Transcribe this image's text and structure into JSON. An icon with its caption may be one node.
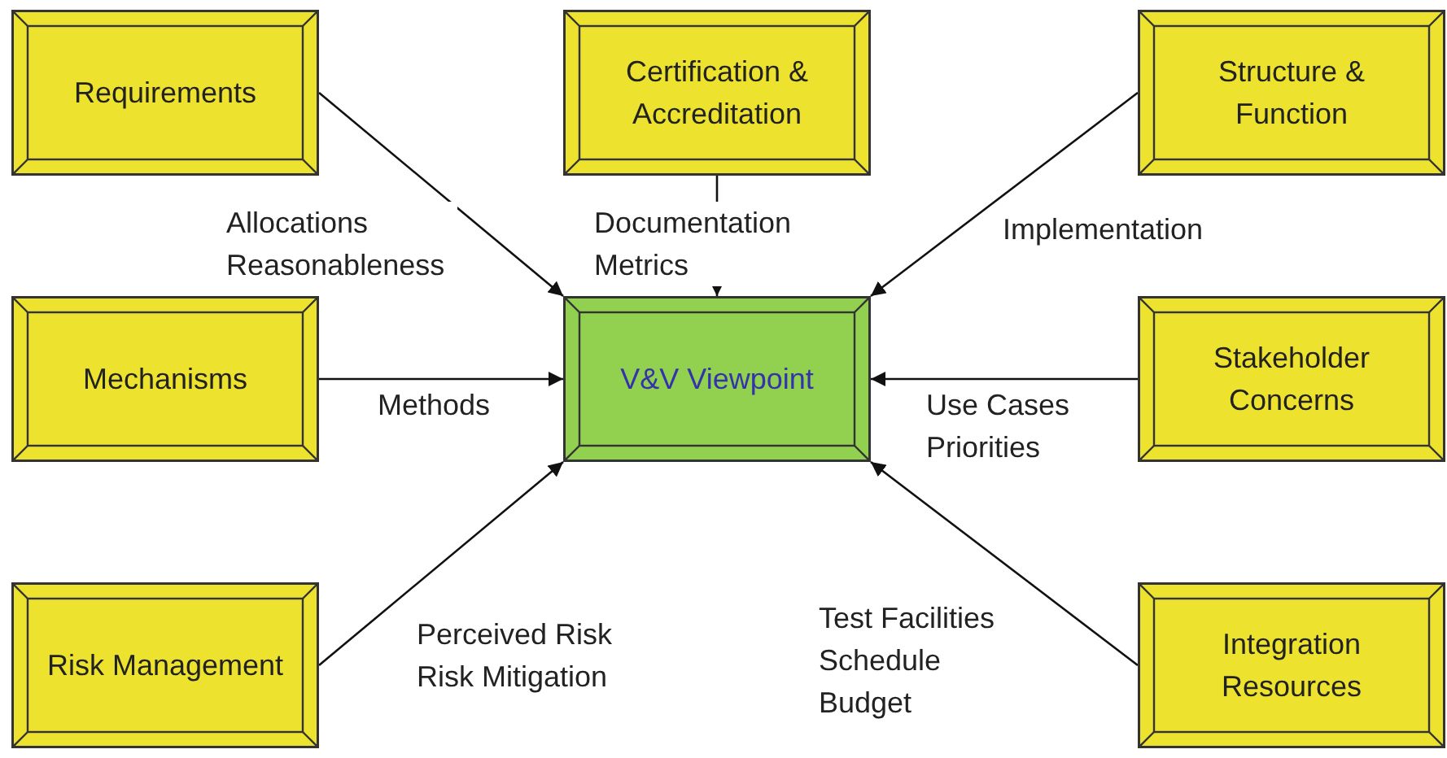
{
  "diagram": {
    "nodes": [
      {
        "text": [
          "Requirements"
        ]
      },
      {
        "text": [
          "Certification & Accreditation"
        ]
      },
      {
        "text": [
          "Structure & Function"
        ]
      },
      {
        "text": [
          "Mechanisms"
        ]
      },
      {
        "text": [
          "V&V Viewpoint"
        ]
      },
      {
        "text": [
          "Stakeholder Concerns"
        ]
      },
      {
        "text": [
          "Risk Management"
        ]
      },
      {
        "text": [
          "Integration Resources"
        ]
      }
    ],
    "edges": [
      {
        "from": 0,
        "to": 4,
        "arrow": "to",
        "label": "Allocations Reasonableness"
      },
      {
        "from": 1,
        "to": 4,
        "arrow": "to",
        "label": "Documentation Metrics"
      },
      {
        "from": 2,
        "to": 4,
        "arrow": "to",
        "label": "Implementation"
      },
      {
        "from": 3,
        "to": 4,
        "arrow": "to",
        "label": "Methods"
      },
      {
        "from": 5,
        "to": 4,
        "arrow": "to",
        "label": "Use Cases Priorities"
      },
      {
        "from": 6,
        "to": 4,
        "arrow": "to",
        "label": "Perceived Risk Risk Mitigation"
      },
      {
        "from": 7,
        "to": 4,
        "arrow": "to",
        "label": "Test Facilities Schedule Budget"
      }
    ]
  }
}
